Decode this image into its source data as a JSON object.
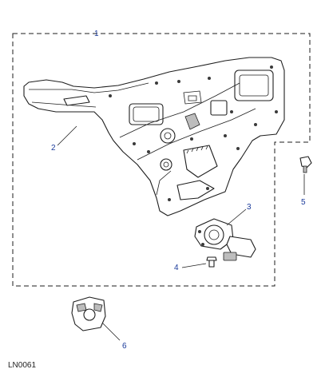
{
  "diagram": {
    "callouts": [
      {
        "id": "callout-1",
        "label": "1"
      },
      {
        "id": "callout-2",
        "label": "2"
      },
      {
        "id": "callout-3",
        "label": "3"
      },
      {
        "id": "callout-4",
        "label": "4"
      },
      {
        "id": "callout-5",
        "label": "5"
      },
      {
        "id": "callout-6",
        "label": "6"
      }
    ],
    "reference_code": "LN0061",
    "colors": {
      "callout_text": "#1a3a9a",
      "line_art": "#1e1e1e",
      "background": "#ffffff"
    }
  }
}
